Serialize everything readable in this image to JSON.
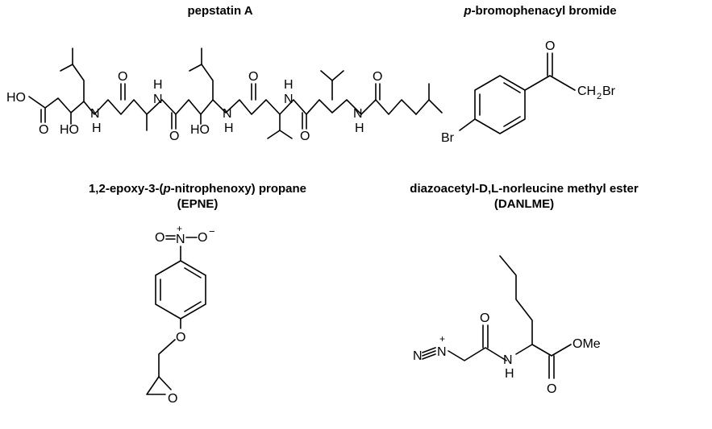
{
  "panels": [
    {
      "title_parts": [
        "pepstatin A"
      ],
      "atom_labels": [
        "HO",
        "O",
        "HO",
        "N",
        "H",
        "O",
        "H",
        "N",
        "O",
        "HO",
        "N",
        "H",
        "O",
        "H",
        "N",
        "O",
        "N",
        "H",
        "O"
      ]
    },
    {
      "title_parts": [
        "p",
        "-bromophenacyl bromide"
      ],
      "atom_labels": [
        "O",
        "CH",
        "2",
        "Br",
        "Br"
      ]
    },
    {
      "title_parts": [
        "1,2-epoxy-3-(",
        "p",
        "-nitrophenoxy) propane",
        "(EPNE)"
      ],
      "atom_labels": [
        "O",
        "N",
        "+",
        "O",
        "−",
        "O",
        "O"
      ]
    },
    {
      "title_parts": [
        "diazoacetyl-D,L-norleucine methyl ester",
        "(DANLME)"
      ],
      "atom_labels": [
        "N",
        "N",
        "+",
        "O",
        "N",
        "H",
        "OMe",
        "O"
      ]
    }
  ]
}
